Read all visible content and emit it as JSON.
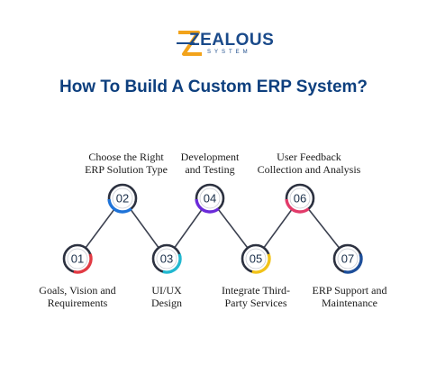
{
  "logo": {
    "brand": "ZEALOUS",
    "sub": "SYSTEM"
  },
  "title": "How To Build A Custom ERP System?",
  "steps": [
    {
      "num": "01",
      "line1": "Goals, Vision and",
      "line2": "Requirements",
      "accent": "#e23b44"
    },
    {
      "num": "02",
      "line1": "Choose the Right",
      "line2": "ERP Solution Type",
      "accent": "#1e73d8"
    },
    {
      "num": "03",
      "line1": "UI/UX",
      "line2": "Design",
      "accent": "#22b8d0"
    },
    {
      "num": "04",
      "line1": "Development",
      "line2": "and Testing",
      "accent": "#6b2bd9"
    },
    {
      "num": "05",
      "line1": "Integrate Third-",
      "line2": "Party Services",
      "accent": "#f2c319"
    },
    {
      "num": "06",
      "line1": "User Feedback",
      "line2": "Collection and Analysis",
      "accent": "#e23b6a"
    },
    {
      "num": "07",
      "line1": "ERP Support and",
      "line2": "Maintenance",
      "accent": "#1e4f9a"
    }
  ],
  "colors": {
    "title": "#0d3f7e",
    "line": "#3c4150",
    "ring": "#2c3140",
    "logo_accent": "#f2a31b"
  }
}
